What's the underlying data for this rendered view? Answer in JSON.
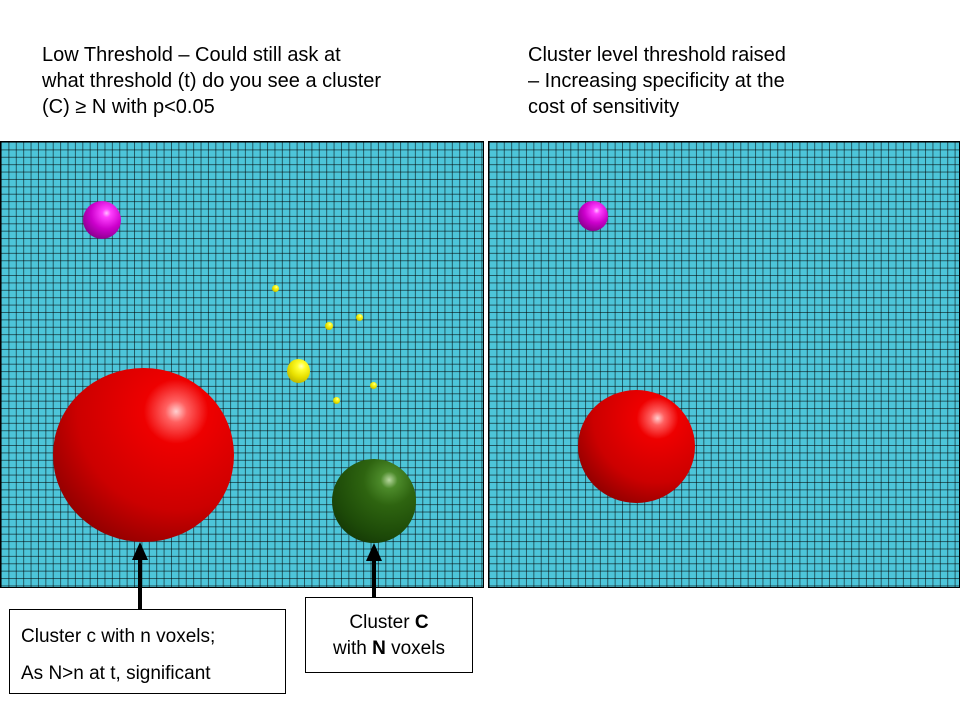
{
  "captions": {
    "left": "Low Threshold – Could still ask at\nwhat threshold (t) do you see a cluster\n(C) ≥ N with p<0.05",
    "right": "Cluster level threshold raised\n– Increasing specificity at the\ncost of sensitivity"
  },
  "labels": {
    "cluster_c_line1": "Cluster c with n voxels;",
    "cluster_c_line2": "As N>n at t, significant",
    "cluster_C_word": "Cluster ",
    "cluster_C_letter": "C",
    "cluster_C_with": "with ",
    "cluster_C_N": "N",
    "cluster_C_voxels": " voxels"
  },
  "colors": {
    "grid_background": "#4dc5d9",
    "grid_lines": "#000000",
    "cluster_red": "#ee0000",
    "cluster_green": "#2e6410",
    "cluster_magenta": "#cc00cc",
    "cluster_yellow": "#e8e000"
  }
}
